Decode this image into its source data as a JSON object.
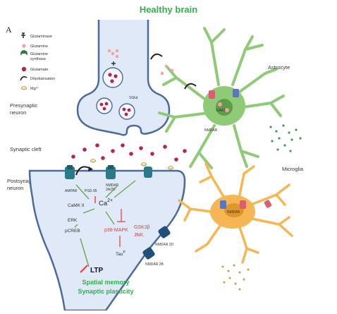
{
  "title": "Healthy  brain",
  "panel_letter": "A",
  "legend": [
    {
      "label": "Glutaminase",
      "icon": "glutaminase-icon"
    },
    {
      "label": "Glutamine",
      "icon": "glutamine-icon"
    },
    {
      "label": "Glutamine",
      "label2": "synthase",
      "icon": "glutamine-synthase-icon"
    },
    {
      "label": "Glutamate",
      "icon": "glutamate-icon"
    },
    {
      "label": "Dépolarisation",
      "icon": "depolarisation-icon"
    },
    {
      "label": "Mg²⁺",
      "icon": "magnesium-icon"
    }
  ],
  "labels": {
    "presynaptic": [
      "Presynaptic",
      "neuron"
    ],
    "synaptic_cleft": "Synaptic cleft",
    "postsynaptic": [
      "Postsynaptic",
      "neuron"
    ],
    "astrocyte": "Astrocyte",
    "microglia": "Microglia",
    "vglut": "VGlut",
    "eaat": "EAAT",
    "nmdar_astro": "NMDAR",
    "nmdar_micro": "NMDAR",
    "ampar": "AMPAR",
    "psd95": "PSD-95",
    "nmdar_2a2b": [
      "NMDAR",
      "2A/2B"
    ],
    "ca": "Ca",
    "ca_sup": "2+",
    "camk": "CaMK II",
    "erk": "ERK",
    "pcreb": "pCREB",
    "p38": "p38-MAPK",
    "gsk": "GSK3β",
    "jnk": "JNK",
    "tau": "Tau",
    "tau_sup": "P",
    "nmdar_2d": "NMDAR 2D",
    "nmdar_2b": "NMDAR 2B",
    "ltp": "LTP",
    "outcome1": "Spatial memory",
    "outcome2": "Synaptic plasticity"
  },
  "colors": {
    "title_green": "#2db34a",
    "neuron_fill": "#dfe9f7",
    "neuron_stroke": "#4c6a9c",
    "astrocyte": "#8fcb77",
    "microglia": "#f5b653",
    "glutamate": "#b3264f",
    "glutamine": "#f2a0a6",
    "red_text": "#e33b3b"
  }
}
